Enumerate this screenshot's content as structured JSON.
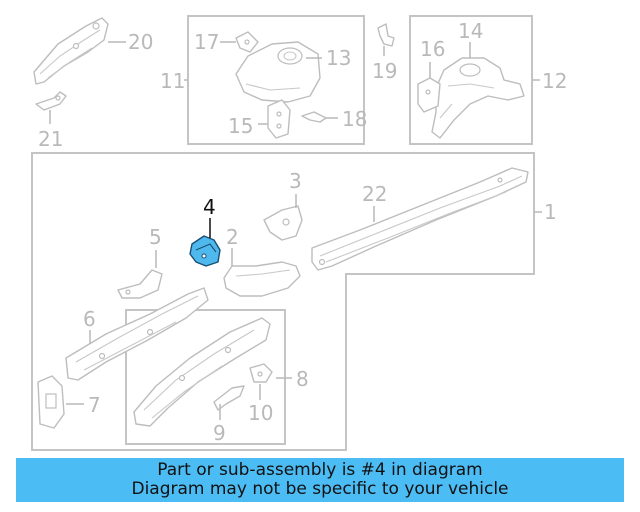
{
  "diagram": {
    "highlighted_part": "4",
    "labels": {
      "p1": "1",
      "p2": "2",
      "p3": "3",
      "p4": "4",
      "p5": "5",
      "p6": "6",
      "p7": "7",
      "p8": "8",
      "p9": "9",
      "p10": "10",
      "p11": "11",
      "p12": "12",
      "p13": "13",
      "p14": "14",
      "p15": "15",
      "p16": "16",
      "p17": "17",
      "p18": "18",
      "p19": "19",
      "p20": "20",
      "p21": "21",
      "p22": "22"
    }
  },
  "banner": {
    "line1": "Part or sub-assembly is #4 in diagram",
    "line2": "Diagram may not be specific to your vehicle"
  },
  "colors": {
    "highlight_fill": "#4fb8ec",
    "banner_bg": "#4cbcf5",
    "line_gray": "#bdbdbd"
  }
}
